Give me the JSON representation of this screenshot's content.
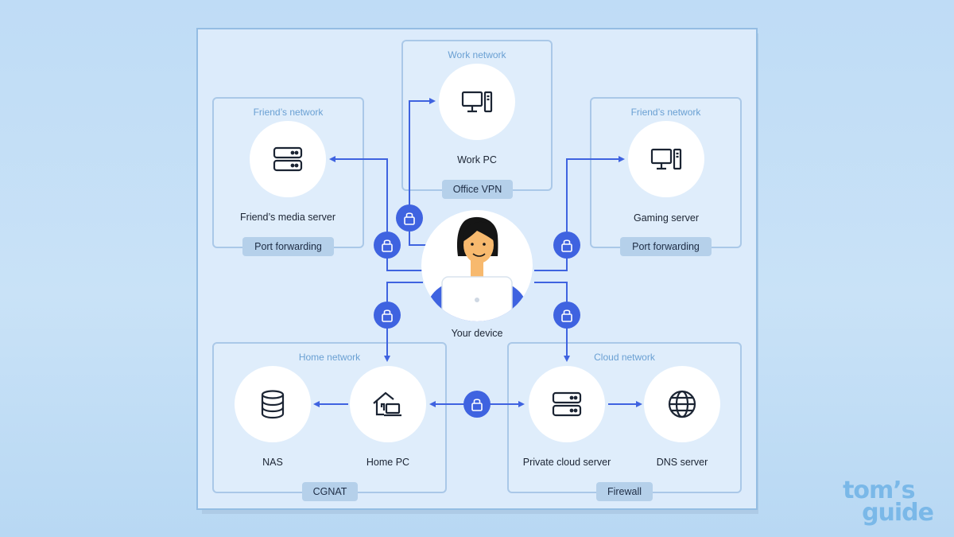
{
  "groups": {
    "work": {
      "title": "Work network",
      "tag": "Office VPN"
    },
    "friend_left": {
      "title": "Friend’s network",
      "tag": "Port forwarding"
    },
    "friend_right": {
      "title": "Friend’s network",
      "tag": "Port forwarding"
    },
    "home": {
      "title": "Home network",
      "tag": "CGNAT"
    },
    "cloud": {
      "title": "Cloud network",
      "tag": "Firewall"
    }
  },
  "nodes": {
    "work_pc": {
      "label": "Work PC",
      "icon": "desktop-computer-icon"
    },
    "media_server": {
      "label": "Friend’s media server",
      "icon": "server-icon"
    },
    "gaming_server": {
      "label": "Gaming server",
      "icon": "desktop-computer-icon"
    },
    "your_device": {
      "label": "Your device",
      "icon": "person-with-laptop-icon"
    },
    "nas": {
      "label": "NAS",
      "icon": "database-icon"
    },
    "home_pc": {
      "label": "Home PC",
      "icon": "home-computer-icon"
    },
    "private_cloud": {
      "label": "Private cloud server",
      "icon": "server-icon"
    },
    "dns": {
      "label": "DNS server",
      "icon": "globe-icon"
    }
  },
  "brand": {
    "line1": "tom’s",
    "line2": "guide"
  },
  "colors": {
    "accent": "#3f63e0",
    "frame_background": "#dcebfb",
    "group_title": "#6aa0d3",
    "tag_background": "#b5d0ea"
  }
}
